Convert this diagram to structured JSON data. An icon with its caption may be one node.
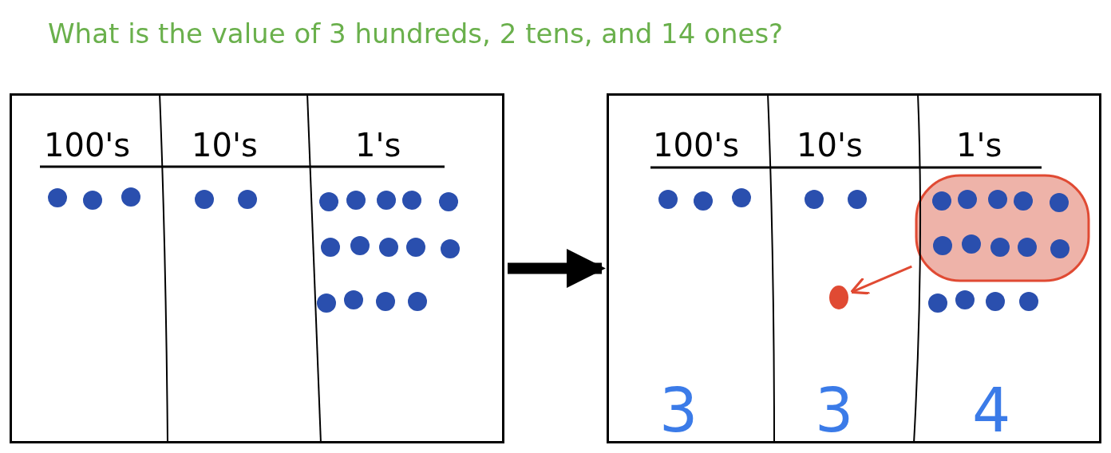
{
  "diagram": {
    "title": "What is the value of 3 hundreds, 2 tens, and 14 ones?",
    "nodes": [
      {
        "text": [
          "100's",
          "10's",
          "1's"
        ]
      },
      {
        "text": [
          "100's",
          "10's",
          "1's",
          "3",
          "3",
          "4"
        ]
      },
      {
        "text": [],
        "shape": "box",
        "in": 1
      },
      {
        "text": [],
        "shape": "circle",
        "in": 1
      }
    ],
    "edges": [
      {
        "from": 0,
        "to": 1,
        "arrow": "to",
        "style": "thick"
      },
      {
        "from": 2,
        "to": 3,
        "arrow": "to",
        "color": "#e04a33"
      }
    ]
  }
}
